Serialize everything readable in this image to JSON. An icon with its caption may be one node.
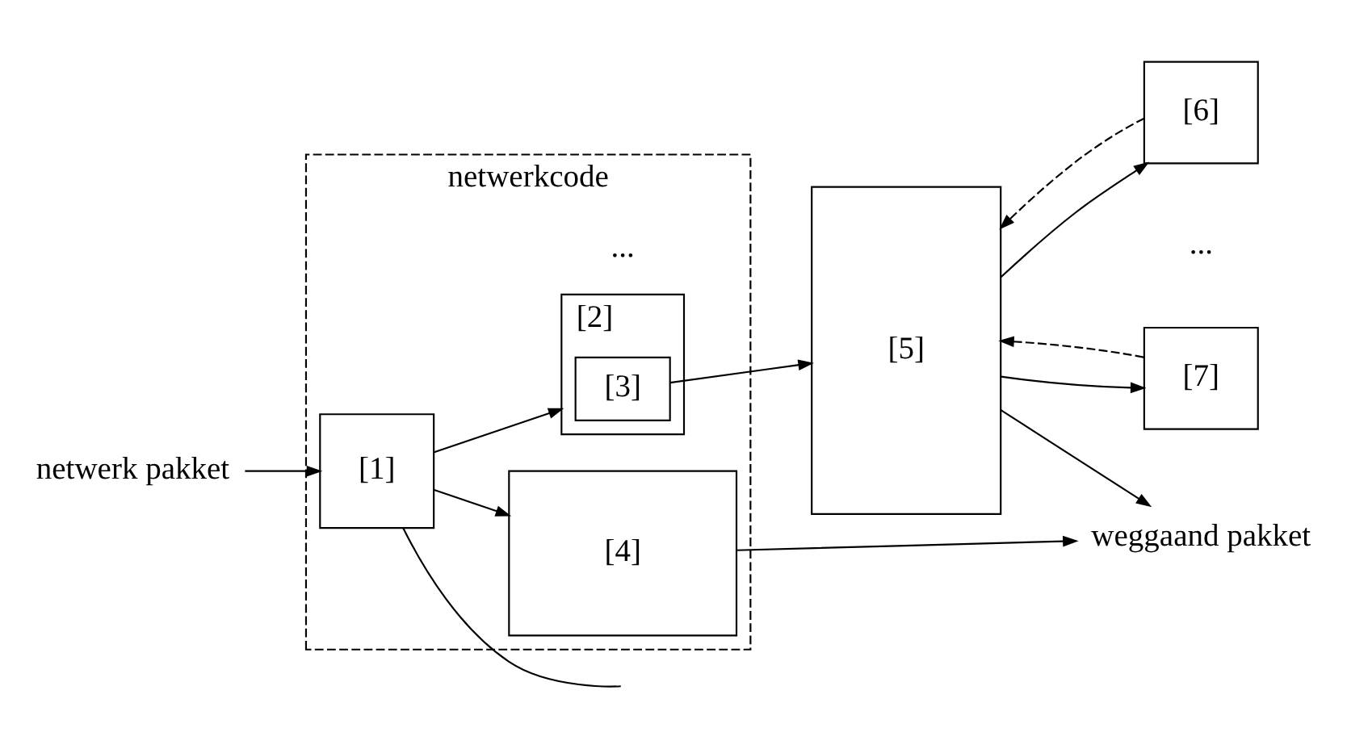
{
  "diagram": {
    "nodes": [
      {
        "text": [
          "netwerkcode"
        ]
      },
      {
        "text": [
          "netwerk pakket"
        ]
      },
      {
        "text": [
          "[1]"
        ],
        "in": 0
      },
      {
        "text": [
          "[2]"
        ],
        "in": 0
      },
      {
        "text": [
          "[3]"
        ],
        "in": 3
      },
      {
        "text": [
          "[4]"
        ],
        "in": 0
      },
      {
        "text": [
          "[5]"
        ]
      },
      {
        "text": [
          "[6]"
        ]
      },
      {
        "text": [
          "[7]"
        ]
      },
      {
        "text": [
          "weggaand pakket"
        ]
      }
    ],
    "edges": [
      {
        "from": 1,
        "to": 2,
        "arrow": "to"
      },
      {
        "from": 2,
        "to": 3,
        "arrow": "to"
      },
      {
        "from": 2,
        "to": 5,
        "arrow": "to"
      },
      {
        "from": 2,
        "to": null,
        "arrow": "none"
      },
      {
        "from": 4,
        "to": 6,
        "arrow": "to"
      },
      {
        "from": 7,
        "to": 6,
        "arrow": "to",
        "style": "dashed"
      },
      {
        "from": 6,
        "to": 7,
        "arrow": "to"
      },
      {
        "from": 8,
        "to": 6,
        "arrow": "to",
        "style": "dashed"
      },
      {
        "from": 6,
        "to": 8,
        "arrow": "to"
      },
      {
        "from": 5,
        "to": 9,
        "arrow": "to"
      },
      {
        "from": 6,
        "to": 9,
        "arrow": "to"
      }
    ],
    "labels": [
      "...",
      "..."
    ]
  }
}
